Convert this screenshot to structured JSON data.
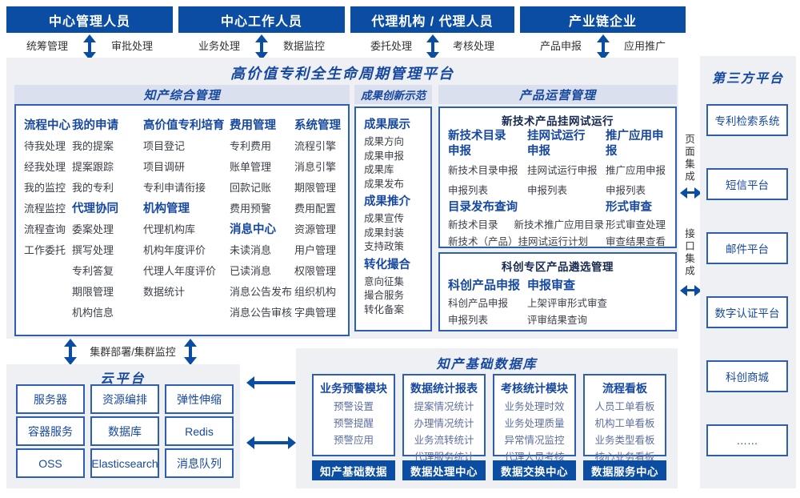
{
  "platform_title": "高价值专利全生命周期管理平台",
  "roles": [
    {
      "name": "中心管理人员",
      "left": "统筹管理",
      "right": "审批处理"
    },
    {
      "name": "中心工作人员",
      "left": "业务处理",
      "right": "数据监控"
    },
    {
      "name": "代理机构 / 代理人员",
      "left": "委托处理",
      "right": "考核处理"
    },
    {
      "name": "产业链企业",
      "left": "产品申报",
      "right": "应用推广"
    }
  ],
  "ip": {
    "title": "知产综合管理",
    "columns": [
      {
        "rows": [
          {
            "t": "流程中心",
            "b": true
          },
          {
            "t": "待我处理"
          },
          {
            "t": "经我处理"
          },
          {
            "t": "我的监控"
          },
          {
            "t": "流程监控"
          },
          {
            "t": "流程查询"
          },
          {
            "t": "工作委托"
          }
        ]
      },
      {
        "rows": [
          {
            "t": "我的申请",
            "b": true
          },
          {
            "t": "我的提案"
          },
          {
            "t": "提案跟踪"
          },
          {
            "t": "我的专利"
          },
          {
            "t": "代理协同",
            "b": true
          },
          {
            "t": "委案处理"
          },
          {
            "t": "撰写处理"
          },
          {
            "t": "专利答复"
          },
          {
            "t": "期限管理"
          },
          {
            "t": "机构信息"
          }
        ]
      },
      {
        "rows": [
          {
            "t": "高价值专利培育",
            "b": true
          },
          {
            "t": "项目登记"
          },
          {
            "t": "项目调研"
          },
          {
            "t": "专利申请衔接"
          },
          {
            "t": "机构管理",
            "b": true
          },
          {
            "t": "代理机构库"
          },
          {
            "t": "机构年度评价"
          },
          {
            "t": "代理人年度评价"
          },
          {
            "t": "数据统计"
          }
        ]
      },
      {
        "rows": [
          {
            "t": "费用管理",
            "b": true
          },
          {
            "t": "专利费用"
          },
          {
            "t": "账单管理"
          },
          {
            "t": "回款记账"
          },
          {
            "t": "费用预警"
          },
          {
            "t": "消息中心",
            "b": true
          },
          {
            "t": "未读消息"
          },
          {
            "t": "已读消息"
          },
          {
            "t": "消息公告发布"
          },
          {
            "t": "消息公告审核"
          }
        ]
      },
      {
        "rows": [
          {
            "t": "系统管理",
            "b": true
          },
          {
            "t": "流程引擎"
          },
          {
            "t": "消息引擎"
          },
          {
            "t": "期限管理"
          },
          {
            "t": "费用配置"
          },
          {
            "t": "资源管理"
          },
          {
            "t": "用户管理"
          },
          {
            "t": "权限管理"
          },
          {
            "t": "组织机构"
          },
          {
            "t": "字典管理"
          }
        ]
      }
    ]
  },
  "achv": {
    "title": "成果创新示范",
    "rows": [
      {
        "t": "成果展示",
        "b": true
      },
      {
        "t": "成果方向"
      },
      {
        "t": "成果申报"
      },
      {
        "t": "成果库"
      },
      {
        "t": "成果发布"
      },
      {
        "t": "成果推介",
        "b": true
      },
      {
        "t": "成果宣传"
      },
      {
        "t": "成果封装"
      },
      {
        "t": "支持政策"
      },
      {
        "t": "转化撮合",
        "b": true
      },
      {
        "t": "意向征集"
      },
      {
        "t": "撮合服务"
      },
      {
        "t": "转化备案"
      }
    ]
  },
  "product": {
    "title": "产品运营管理",
    "box1": {
      "title": "新技术产品挂网试运行",
      "cols": [
        {
          "head": [
            "新技术目录",
            "申报"
          ],
          "items": [
            "新技术目录申报",
            "申报列表"
          ]
        },
        {
          "head": [
            "挂网试运行",
            "申报"
          ],
          "items": [
            "挂网试运行申报",
            "申报列表"
          ]
        },
        {
          "head": [
            "推广应用申报"
          ],
          "items": [
            "推广应用申报",
            "申报列表"
          ]
        }
      ],
      "catalog": {
        "head": "目录发布查询",
        "row1": [
          "新技术目录",
          "新技术推广应用目录"
        ],
        "row2": "新技术（产品）挂网试运行计划"
      },
      "review": {
        "head": "形式审查",
        "items": [
          "形式审查处理",
          "审查结果查看"
        ]
      }
    },
    "box2": {
      "title": "科创专区产品遴选管理",
      "cols": [
        {
          "head": "科创产品申报",
          "items": [
            "科创产品申报",
            "申报列表"
          ]
        },
        {
          "head": "申报审查",
          "items": [
            "上架评审形式审查",
            "评审结果查询"
          ]
        }
      ]
    }
  },
  "cluster_label": "集群部署/集群监控",
  "cloud": {
    "title": "云平台",
    "cells": [
      "服务器",
      "资源编排",
      "弹性伸缩",
      "容器服务",
      "数据库",
      "Redis",
      "OSS",
      "Elasticsearch",
      "消息队列"
    ]
  },
  "db": {
    "title": "知产基础数据库",
    "modules": [
      {
        "head": "业务预警模块",
        "items": [
          "预警设置",
          "预警提醒",
          "预警应用"
        ]
      },
      {
        "head": "数据统计报表",
        "items": [
          "提案情况统计",
          "办理情况统计",
          "业务流转统计",
          "代理服务统计"
        ]
      },
      {
        "head": "考核统计模块",
        "items": [
          "业务处理时效",
          "业务处理质量",
          "异常情况监控",
          "代理人员考核"
        ]
      },
      {
        "head": "流程看板",
        "items": [
          "人员工单看板",
          "机构工单看板",
          "业务类型看板",
          "核心业务看板"
        ]
      }
    ],
    "bases": [
      "知产基础数据",
      "数据处理中心",
      "数据交换中心",
      "数据服务中心"
    ]
  },
  "third_party": {
    "title": "第三方平台",
    "boxes": [
      "专利检索系统",
      "短信平台",
      "邮件平台",
      "数字认证平台",
      "科创商城",
      "……"
    ],
    "page_integration": "页面集成",
    "api_integration": "接口集成"
  },
  "colors": {
    "primary_blue": "#0b4da2",
    "border_blue": "#2e5fae",
    "text_blue": "#17489f",
    "item_text": "#3b3f48",
    "panel_bg": "#eef0f3"
  }
}
